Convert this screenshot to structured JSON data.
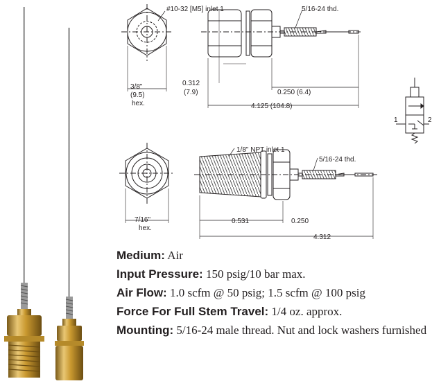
{
  "top_drawing": {
    "inlet_label": "#10-32 [M5] inlet 1",
    "thread_label": "5/16-24 thd.",
    "hex_label_1": "3/8\"",
    "hex_label_2": "(9.5)",
    "hex_label_3": "hex.",
    "dim_a_1": "0.312",
    "dim_a_2": "(7.9)",
    "dim_b": "0.250 (6.4)",
    "dim_c": "4.125 (104.8)"
  },
  "bottom_drawing": {
    "inlet_label": "1/8\" NPT inlet 1",
    "thread_label": "5/16-24 thd.",
    "hex_label_1": "7/16\"",
    "hex_label_2": "hex.",
    "dim_a": "0.531",
    "dim_b": "0.250",
    "dim_c": "4.312"
  },
  "schematic": {
    "port_1": "1",
    "port_2": "2"
  },
  "specs": [
    {
      "label": "Medium:",
      "value": "Air"
    },
    {
      "label": "Input Pressure:",
      "value": "150 psig/10 bar max."
    },
    {
      "label": "Air Flow:",
      "value": "1.0 scfm @ 50 psig; 1.5 scfm @ 100 psig"
    },
    {
      "label": "Force For Full Stem Travel:",
      "value": "1/4 oz. approx."
    },
    {
      "label": "Mounting:",
      "value": "5/16-24 male thread. Nut and lock washers furnished"
    }
  ]
}
